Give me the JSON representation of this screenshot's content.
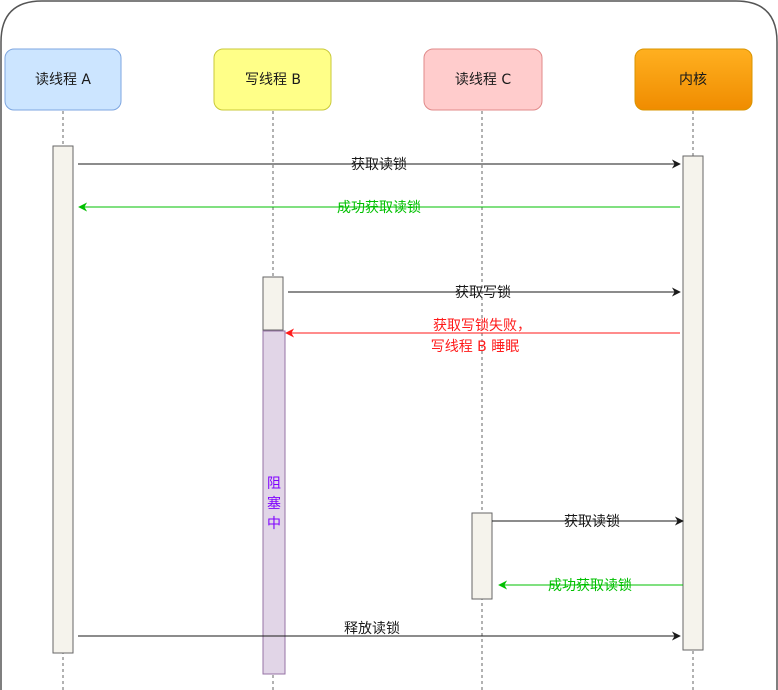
{
  "actors": [
    {
      "id": "reader_a",
      "label": "读线程 A",
      "fill": "#cce5ff",
      "stroke": "#7ea6e0"
    },
    {
      "id": "writer_b",
      "label": "写线程 B",
      "fill": "#ffff88",
      "stroke": "#c9c93a"
    },
    {
      "id": "reader_c",
      "label": "读线程 C",
      "fill": "#ffcccc",
      "stroke": "#e08a8a"
    },
    {
      "id": "kernel",
      "label": "内核",
      "fill": "#ffb020",
      "stroke": "#d99400",
      "gradient_to": "#f08c00"
    }
  ],
  "messages": [
    {
      "id": "a-get-read",
      "label": "获取读锁",
      "color": "#1a1a1a",
      "direction": "right"
    },
    {
      "id": "a-success-read",
      "label": "成功获取读锁",
      "color": "#00c000",
      "direction": "left"
    },
    {
      "id": "b-get-write",
      "label": "获取写锁",
      "color": "#1a1a1a",
      "direction": "right"
    },
    {
      "id": "b-fail-write",
      "label": [
        "获取写锁失败，",
        "写线程 B 睡眠"
      ],
      "color": "#ff1a1a",
      "direction": "left"
    },
    {
      "id": "c-get-read",
      "label": "获取读锁",
      "color": "#1a1a1a",
      "direction": "right"
    },
    {
      "id": "c-success-read",
      "label": "成功获取读锁",
      "color": "#00c000",
      "direction": "left"
    },
    {
      "id": "a-release-read",
      "label": "释放读锁",
      "color": "#1a1a1a",
      "direction": "right"
    }
  ],
  "blocked": {
    "label": [
      "阻",
      "塞",
      "中"
    ],
    "fill": "#e1d5e7",
    "stroke": "#9673a6",
    "text_color": "#7f00ff"
  },
  "colors": {
    "activation_fill": "#f5f3ec",
    "activation_stroke": "#666666",
    "frame_stroke": "#555555",
    "lifeline": "#666666"
  }
}
